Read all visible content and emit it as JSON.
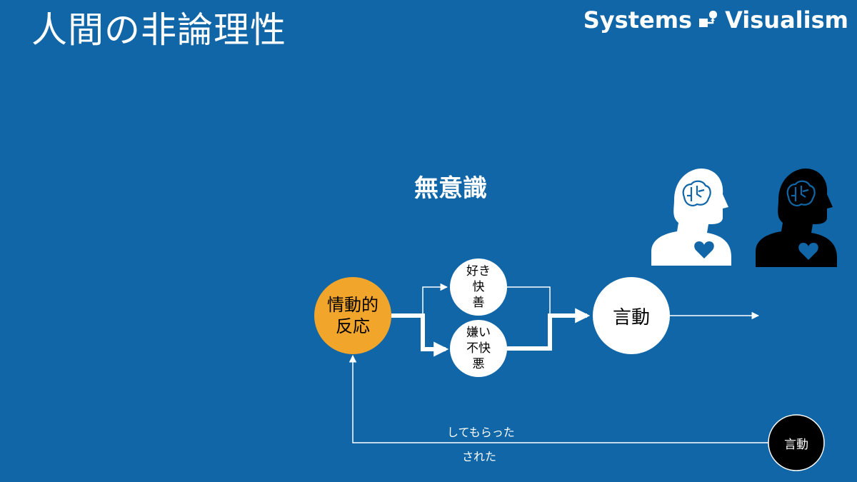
{
  "title": "人間の非論理性",
  "brand": {
    "left": "Systems",
    "right": "Visualism"
  },
  "subtitle": "無意識",
  "nodes": {
    "emotion": [
      "情動的",
      "反応"
    ],
    "like": [
      "好き",
      "快",
      "善"
    ],
    "dislike": [
      "嫌い",
      "不快",
      "悪"
    ],
    "action": "言動",
    "other_action": "言動"
  },
  "feedback_labels": {
    "top": "してもらった",
    "bottom": "された"
  },
  "colors": {
    "background": "#1066a6",
    "emotion_fill": "#f2a52b",
    "node_fill": "#ffffff",
    "dark_node_fill": "#000000",
    "line": "#ffffff"
  },
  "icons": [
    "person-light-icon",
    "person-dark-icon",
    "brain-icon",
    "heart-icon"
  ]
}
